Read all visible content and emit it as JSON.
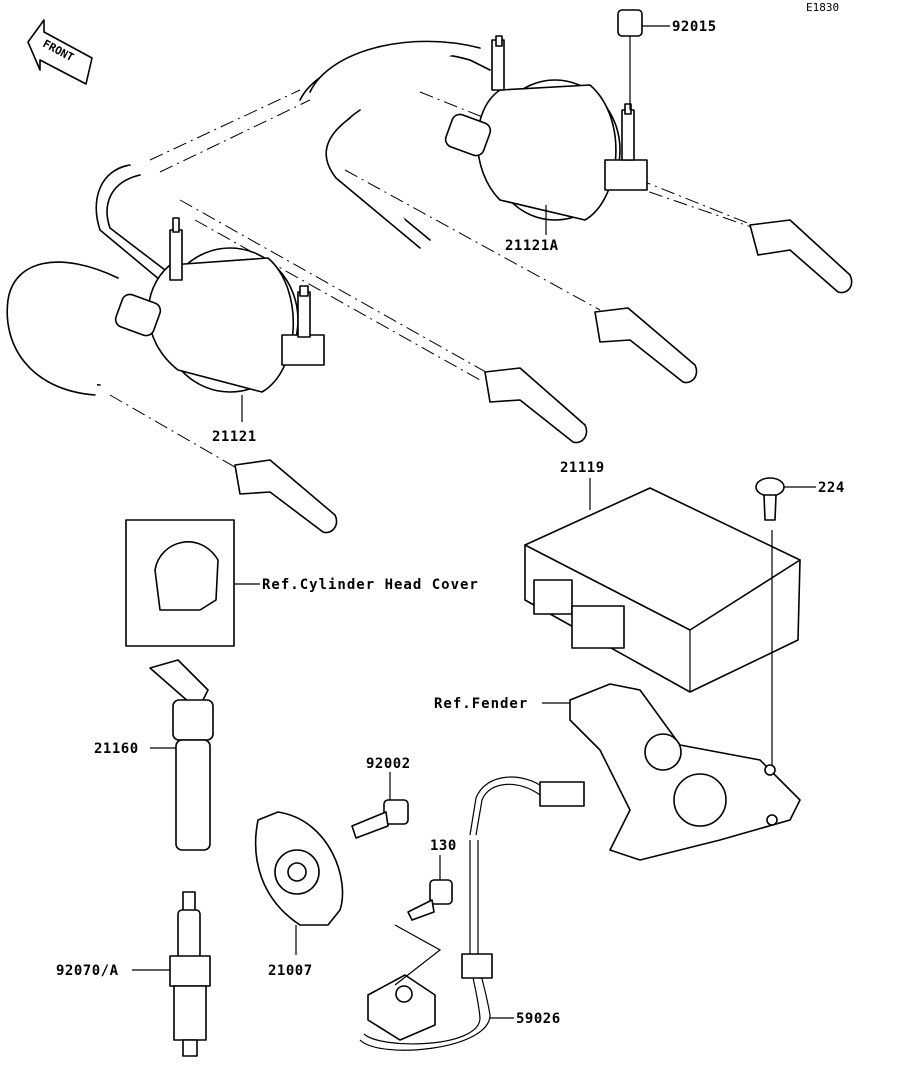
{
  "diagram": {
    "id_code": "E1830",
    "front_label": "FRONT",
    "colors": {
      "line": "#000000",
      "background": "#ffffff"
    },
    "labels": {
      "bolt_top": "92015",
      "coil_rear": "21121A",
      "coil_front": "21121",
      "igniter": "21119",
      "screw": "224",
      "ref_cover": "Ref.Cylinder Head Cover",
      "ref_fender": "Ref.Fender",
      "plug_cap": "21160",
      "bolt_mid": "92002",
      "bolt_130": "130",
      "spark_plug": "92070/A",
      "rotor": "21007",
      "pickup": "59026"
    }
  }
}
